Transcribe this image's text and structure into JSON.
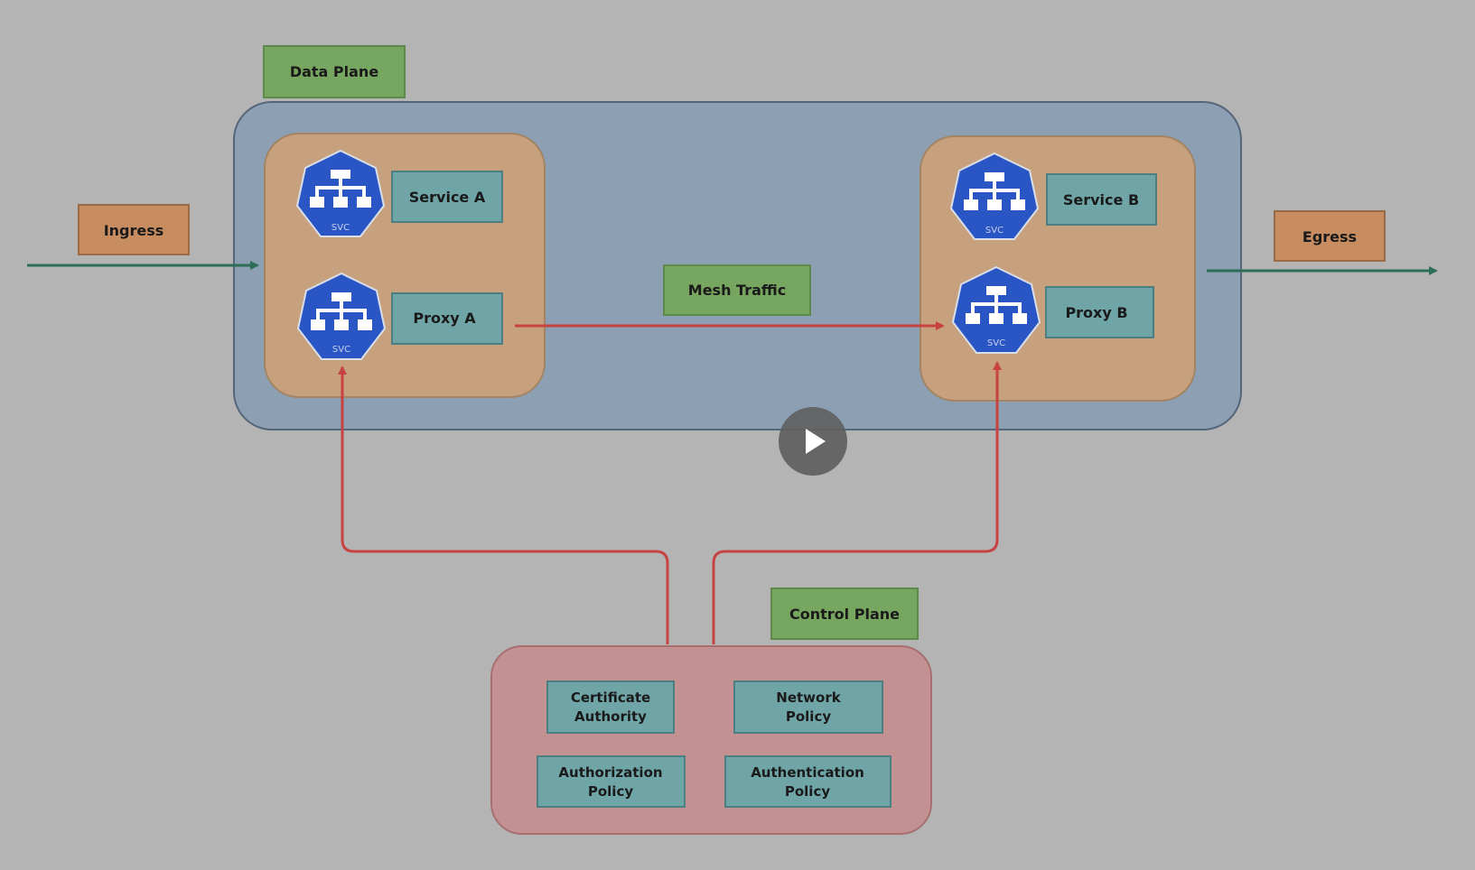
{
  "labels": {
    "data_plane": "Data Plane",
    "ingress": "Ingress",
    "egress": "Egress",
    "mesh_traffic": "Mesh Traffic",
    "control_plane": "Control Plane"
  },
  "services": {
    "service_a": "Service A",
    "proxy_a": "Proxy A",
    "service_b": "Service B",
    "proxy_b": "Proxy B",
    "svc_icon_text": "SVC"
  },
  "control_plane_items": {
    "certificate_authority": [
      "Certificate",
      "Authority"
    ],
    "network_policy": [
      "Network",
      "Policy"
    ],
    "authorization_policy": [
      "Authorization",
      "Policy"
    ],
    "authentication_policy": [
      "Authentication",
      "Policy"
    ]
  },
  "colors": {
    "background": "#b4b4b4",
    "data_plane_fill": "#8c9fb3",
    "pod_fill": "#c7a07e",
    "label_green": "#77a661",
    "label_orange": "#c78c5f",
    "service_box": "#6fa5a7",
    "control_plane_fill": "#c49193",
    "ingress_arrow": "#2d6e57",
    "mesh_arrow": "#c94242",
    "kube_blue": "#2a55c4"
  },
  "icons": {
    "svc": "kubernetes-service-icon",
    "play": "play-icon"
  }
}
